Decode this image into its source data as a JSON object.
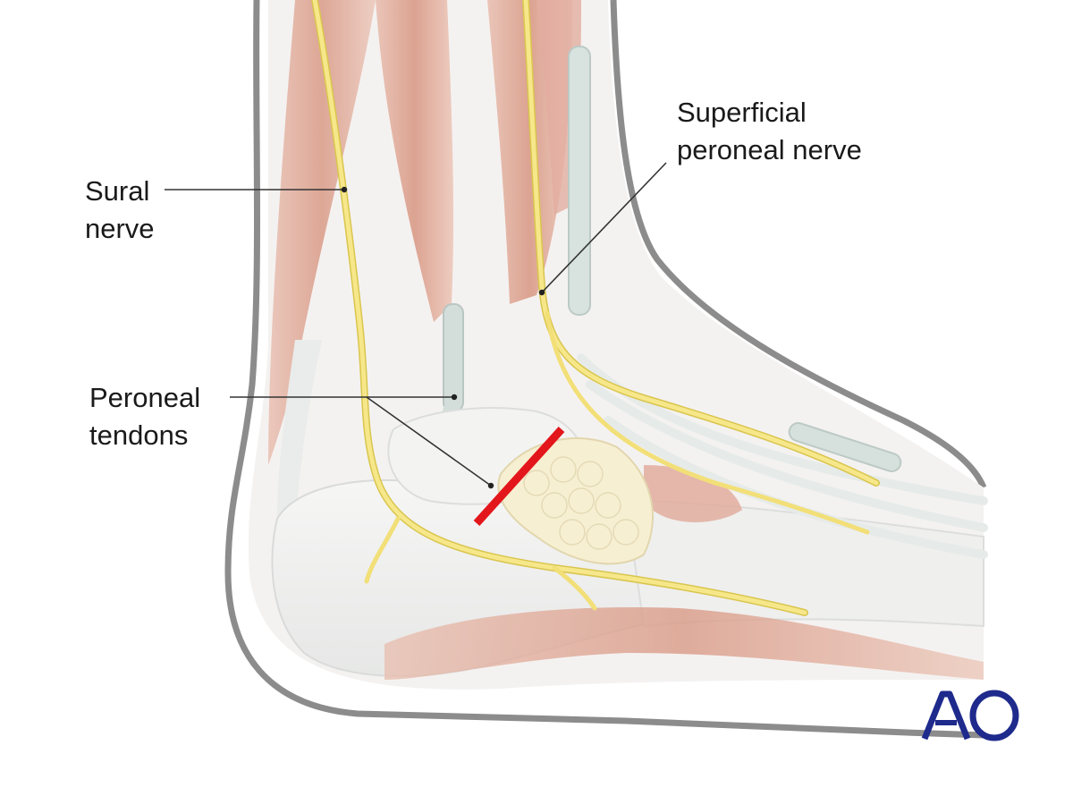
{
  "labels": {
    "sural_nerve": [
      "Sural",
      "nerve"
    ],
    "peroneal_tendons": [
      "Peroneal",
      "tendons"
    ],
    "superficial_peroneal_nerve": [
      "Superficial",
      "peroneal nerve"
    ]
  },
  "logo": {
    "text": "AO",
    "color": "#1e2a8c"
  },
  "colors": {
    "nerve": "#f3e27a",
    "nerve_outline": "#d9c54e",
    "incision": "#e3161b",
    "muscle": "#e6b5a5",
    "tendon": "#d6e0dc",
    "bone": "#f1f1ef",
    "fat_pad": "#f7efd2",
    "skin_outline": "#8a8a8a",
    "leader_line": "#333333"
  }
}
